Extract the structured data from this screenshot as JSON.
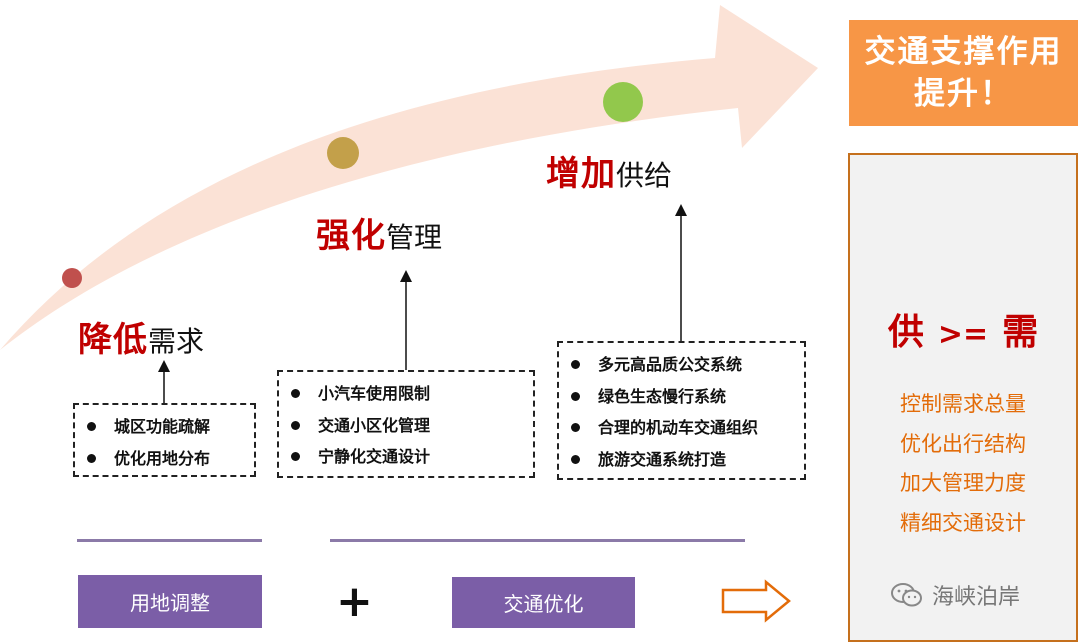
{
  "colors": {
    "arrow": "#fbe2d6",
    "accent_red": "#c00000",
    "orange": "#f79646",
    "orange_text": "#e36c09",
    "purple": "#7b5ea7",
    "dot_red": "#c0504d",
    "dot_olive": "#c3a04a",
    "dot_green": "#92c84c"
  },
  "stages": [
    {
      "strong": "降低",
      "rest": "需求",
      "items": [
        "城区功能疏解",
        "优化用地分布"
      ]
    },
    {
      "strong": "强化",
      "rest": "管理",
      "items": [
        "小汽车使用限制",
        "交通小区化管理",
        "宁静化交通设计"
      ]
    },
    {
      "strong": "增加",
      "rest": "供给",
      "items": [
        "多元高品质公交系统",
        "绿色生态慢行系统",
        "合理的机动车交通组织",
        "旅游交通系统打造"
      ]
    }
  ],
  "bottom": {
    "left_label": "用地调整",
    "plus": "+",
    "right_label": "交通优化"
  },
  "right": {
    "headline": "交通支撑作用提升！",
    "equation": {
      "supply": "供",
      "operator": ">=",
      "demand": "需"
    },
    "measures": [
      "控制需求总量",
      "优化出行结构",
      "加大管理力度",
      "精细交通设计"
    ],
    "watermark": "海峡泊岸",
    "watermark_icon": "wechat-icon"
  }
}
